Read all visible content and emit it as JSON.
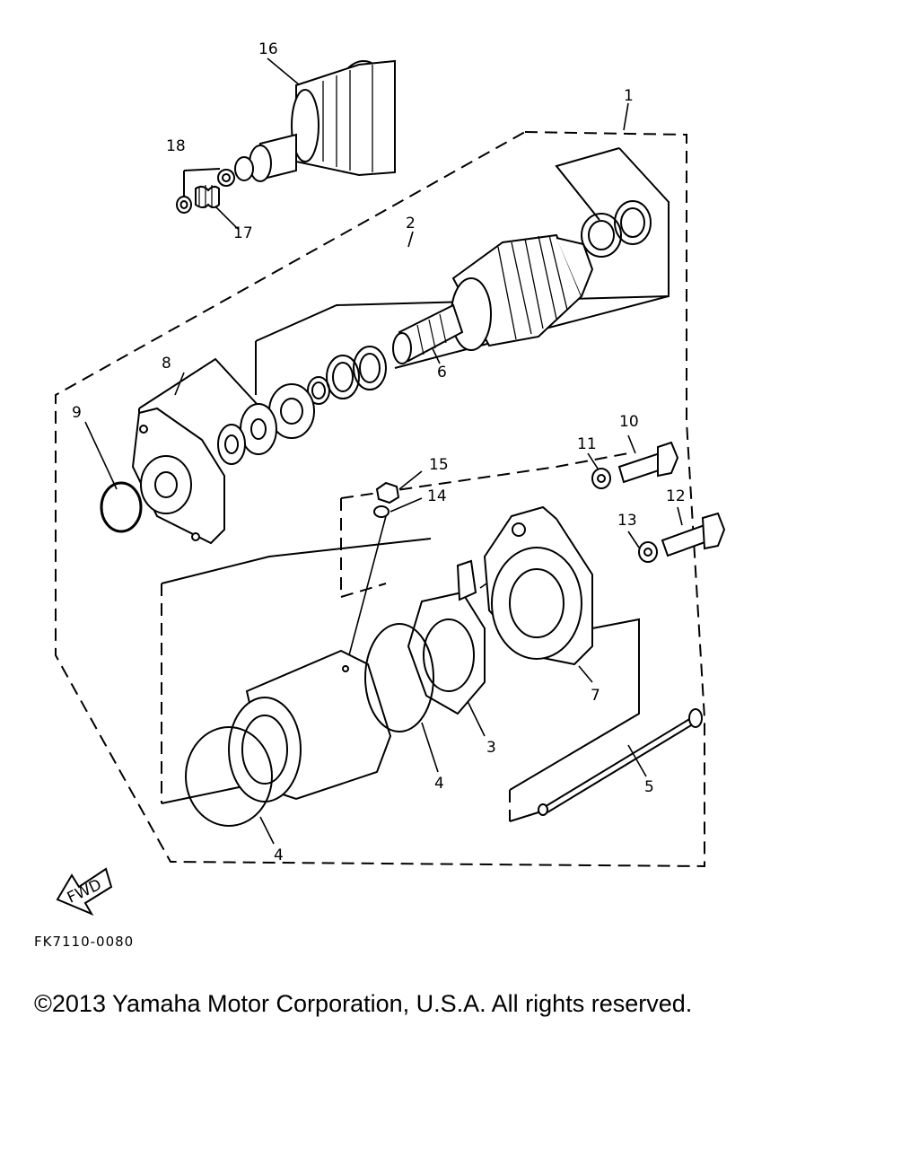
{
  "diagram": {
    "callouts": [
      {
        "id": "1",
        "text": "1"
      },
      {
        "id": "2",
        "text": "2"
      },
      {
        "id": "3",
        "text": "3"
      },
      {
        "id": "4a",
        "text": "4"
      },
      {
        "id": "4b",
        "text": "4"
      },
      {
        "id": "5",
        "text": "5"
      },
      {
        "id": "6",
        "text": "6"
      },
      {
        "id": "7",
        "text": "7"
      },
      {
        "id": "8",
        "text": "8"
      },
      {
        "id": "9",
        "text": "9"
      },
      {
        "id": "10",
        "text": "10"
      },
      {
        "id": "11",
        "text": "11"
      },
      {
        "id": "12",
        "text": "12"
      },
      {
        "id": "13",
        "text": "13"
      },
      {
        "id": "14",
        "text": "14"
      },
      {
        "id": "15",
        "text": "15"
      },
      {
        "id": "16",
        "text": "16"
      },
      {
        "id": "17",
        "text": "17"
      },
      {
        "id": "18",
        "text": "18"
      }
    ],
    "fwd_label": "FWD",
    "drawing_code": "FK7110-0080"
  },
  "footer": {
    "copyright": "©2013 Yamaha Motor Corporation, U.S.A. All rights reserved."
  }
}
